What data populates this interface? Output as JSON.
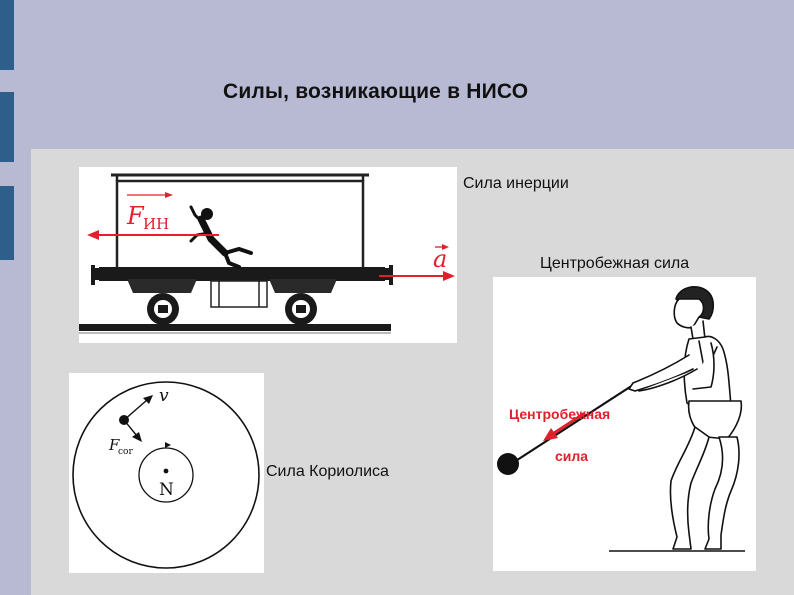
{
  "slide": {
    "title": "Силы, возникающие в НИСО",
    "accent_color": "#2e5f8a"
  },
  "inertia": {
    "caption": "Сила инерции",
    "force_symbol": "F",
    "force_subscript": "ИН",
    "accel_symbol": "a",
    "arrow_color": "#e0202c"
  },
  "coriolis": {
    "caption": "Сила Кориолиса",
    "velocity_label": "v",
    "force_symbol": "F",
    "force_subscript": "cor",
    "center_label": "N"
  },
  "centrifugal": {
    "caption": "Центробежная сила",
    "annotation_line1": "Центробежная",
    "annotation_line2": "сила",
    "annotation_color": "#e0202c"
  }
}
